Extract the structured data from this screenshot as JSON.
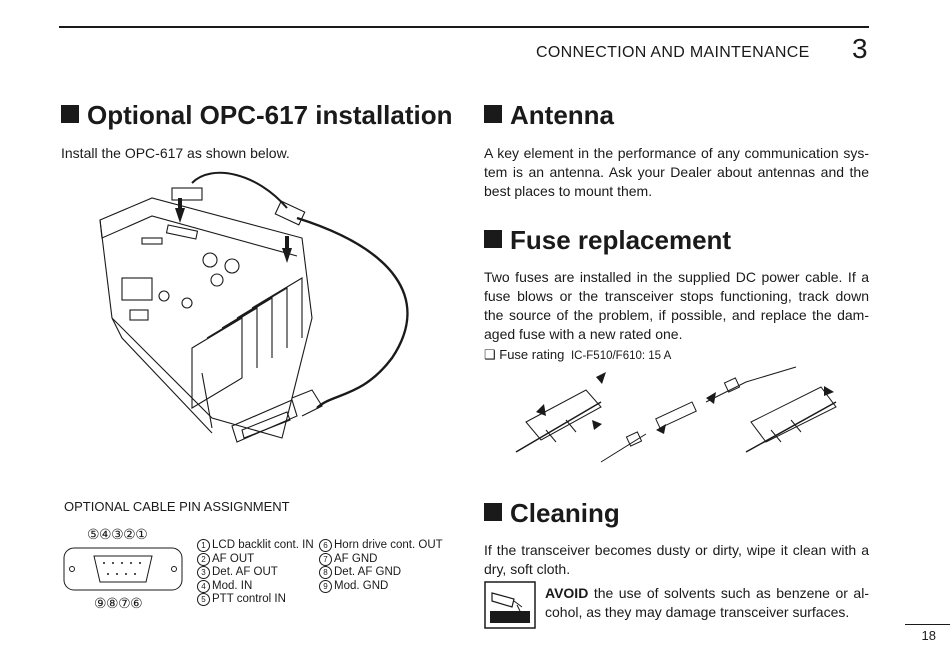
{
  "header": {
    "section_title": "CONNECTION AND MAINTENANCE",
    "section_number": "3"
  },
  "left": {
    "heading": "Optional OPC-617 installation",
    "intro": "Install the OPC-617 as shown below.",
    "pin_title": "OPTIONAL CABLE PIN ASSIGNMENT",
    "top_pin_numbers": "⑤④③②①",
    "bottom_pin_numbers": "⑨⑧⑦⑥",
    "pins_col1": [
      {
        "n": "1",
        "label": "LCD backlit cont. IN"
      },
      {
        "n": "2",
        "label": "AF OUT"
      },
      {
        "n": "3",
        "label": "Det. AF OUT"
      },
      {
        "n": "4",
        "label": "Mod. IN"
      },
      {
        "n": "5",
        "label": "PTT control IN"
      }
    ],
    "pins_col2": [
      {
        "n": "6",
        "label": "Horn drive cont. OUT"
      },
      {
        "n": "7",
        "label": "AF GND"
      },
      {
        "n": "8",
        "label": "Det. AF GND"
      },
      {
        "n": "9",
        "label": "Mod. GND"
      }
    ]
  },
  "right": {
    "antenna_heading": "Antenna",
    "antenna_text": "A key element in the performance of any communication sys-tem is an antenna. Ask your Dealer about antennas and the best places to mount them.",
    "fuse_heading": "Fuse replacement",
    "fuse_text": "Two fuses are installed in the supplied DC power cable. If a fuse blows or the transceiver stops functioning, track down the source of the problem, if possible, and replace the dam-aged fuse with a new rated one.",
    "fuse_rating_label": "❑ Fuse rating",
    "fuse_rating_value": "IC-F510/F610: 15 A",
    "cleaning_heading": "Cleaning",
    "cleaning_text": "If the transceiver becomes dusty or dirty, wipe it clean with a dry, soft cloth.",
    "avoid_bold": "AVOID",
    "avoid_text": " the use of solvents such as benzene or al-cohol, as they may damage transceiver surfaces."
  },
  "page_number": "18"
}
